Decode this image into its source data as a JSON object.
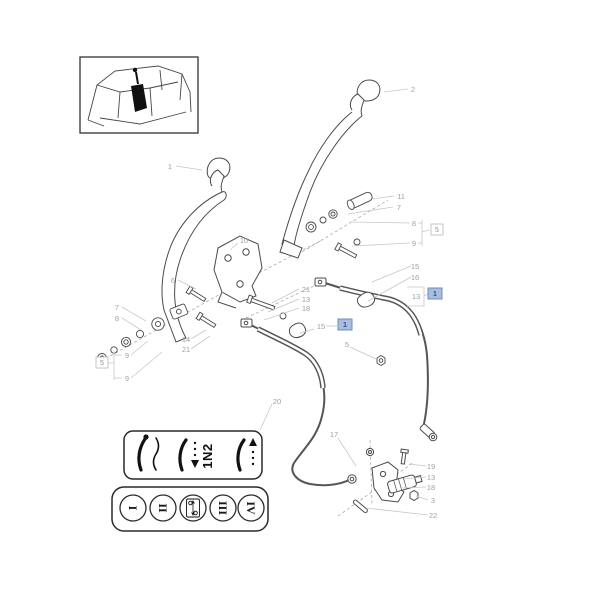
{
  "diagram": {
    "type": "exploded-parts-diagram",
    "subject": "gear shift levers and shift cables",
    "colors": {
      "background": "#ffffff",
      "artwork": "#4a4a4a",
      "label": "#98a1ab",
      "leader": "#c4c7cb",
      "highlight_fill": "#a9bedd",
      "highlight_border": "#6d8cc2",
      "highlight_text": "#2f4f8f",
      "legend_ink": "#1a1a1a"
    },
    "callouts": [
      {
        "text": "1"
      },
      {
        "text": "2"
      },
      {
        "text": "10"
      },
      {
        "text": "6"
      },
      {
        "text": "7"
      },
      {
        "text": "8"
      },
      {
        "text": "9"
      },
      {
        "text": "9"
      },
      {
        "text": "5",
        "boxed": true
      },
      {
        "text": "14"
      },
      {
        "text": "21"
      },
      {
        "text": "21"
      },
      {
        "text": "13"
      },
      {
        "text": "18"
      },
      {
        "text": "15"
      },
      {
        "text": "1",
        "highlighted": true
      },
      {
        "text": "5"
      },
      {
        "text": "11"
      },
      {
        "text": "7"
      },
      {
        "text": "8"
      },
      {
        "text": "9"
      },
      {
        "text": "5",
        "boxed": true
      },
      {
        "text": "15"
      },
      {
        "text": "16"
      },
      {
        "text": "13"
      },
      {
        "text": "1",
        "highlighted": true
      },
      {
        "text": "17"
      },
      {
        "text": "19"
      },
      {
        "text": "13"
      },
      {
        "text": "18"
      },
      {
        "text": "3"
      },
      {
        "text": "22"
      },
      {
        "text": "20"
      }
    ]
  },
  "legend": {
    "shift_pattern_label": "1N2",
    "range_circle_labels": [
      "I",
      "II",
      "III",
      "IV"
    ],
    "icons": [
      "gear-lever-icon",
      "neutral-wiggle-icon",
      "dotted-arrow-down-icon",
      "dotted-arrow-up-icon",
      "hi-lo-range-icon"
    ]
  },
  "inset": {
    "description": "cab location thumbnail with highlighted shift lever boot"
  }
}
